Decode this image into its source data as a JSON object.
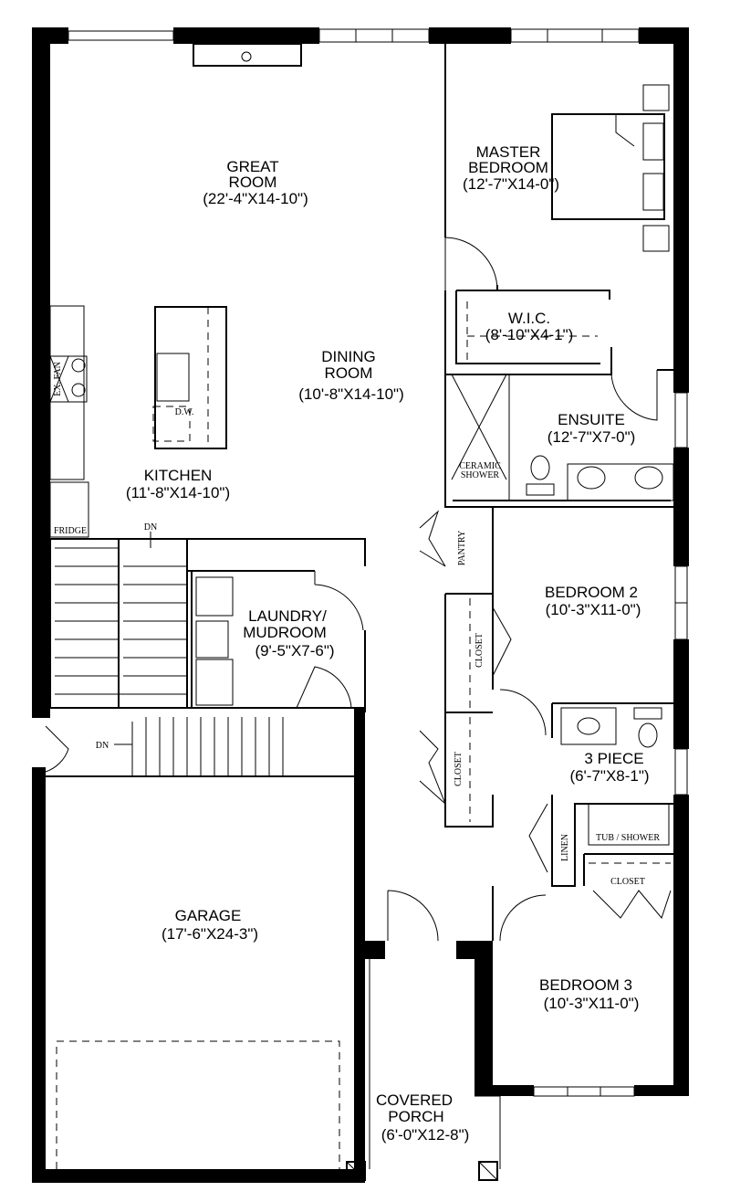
{
  "rooms": {
    "great_room": {
      "name1": "GREAT",
      "name2": "ROOM",
      "size": "(22'-4\"X14-10\")"
    },
    "master_bedroom": {
      "name1": "MASTER",
      "name2": "BEDROOM",
      "size": "(12'-7\"X14-0\")"
    },
    "wic": {
      "name": "W.I.C.",
      "size": "(8'-10\"X4-1\")"
    },
    "dining_room": {
      "name1": "DINING",
      "name2": "ROOM",
      "size": "(10'-8\"X14-10\")"
    },
    "ensuite": {
      "name": "ENSUITE",
      "size": "(12'-7\"X7-0\")"
    },
    "kitchen": {
      "name": "KITCHEN",
      "size": "(11'-8\"X14-10\")"
    },
    "bedroom2": {
      "name": "BEDROOM 2",
      "size": "(10'-3\"X11-0\")"
    },
    "laundry": {
      "name1": "LAUNDRY/",
      "name2": "MUDROOM",
      "size": "(9'-5\"X7-6\")"
    },
    "three_piece": {
      "name": "3 PIECE",
      "size": "(6'-7\"X8-1\")"
    },
    "garage": {
      "name": "GARAGE",
      "size": "(17'-6\"X24-3\")"
    },
    "bedroom3": {
      "name": "BEDROOM 3",
      "size": "(10'-3\"X11-0\")"
    },
    "porch": {
      "name1": "COVERED",
      "name2": "PORCH",
      "size": "(6'-0\"X12-8\")"
    }
  },
  "fixtures": {
    "exhaust_fan": "EX. FAN",
    "dishwasher": "D.W.",
    "fridge": "FRIDGE",
    "stairs_down_1": "DN",
    "stairs_down_2": "DN",
    "ceramic1": "CERAMIC",
    "ceramic2": "SHOWER",
    "pantry": "PANTRY",
    "closet_b2": "CLOSET",
    "closet_hall": "CLOSET",
    "closet_b3": "CLOSET",
    "linen": "LINEN",
    "tub_shower": "TUB / SHOWER"
  }
}
